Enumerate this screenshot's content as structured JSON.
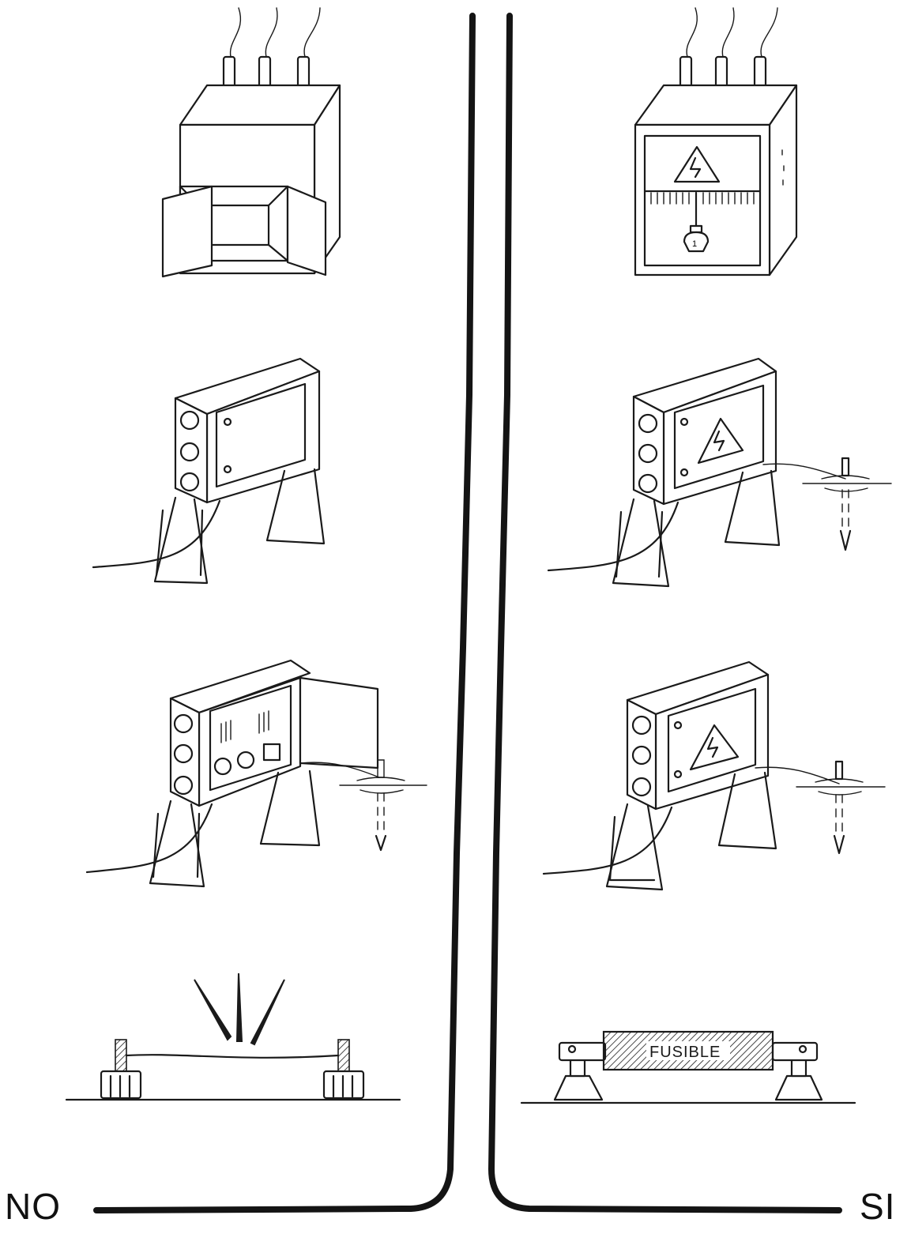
{
  "labels": {
    "left": "NO",
    "right": "SI"
  },
  "fuse": {
    "text": "FUSIBLE"
  },
  "symbols": {
    "bulb_number": "1"
  },
  "icons": [
    "hazard-triangle-icon",
    "lightbulb-icon",
    "ground-rod-icon",
    "sparks-icon"
  ]
}
